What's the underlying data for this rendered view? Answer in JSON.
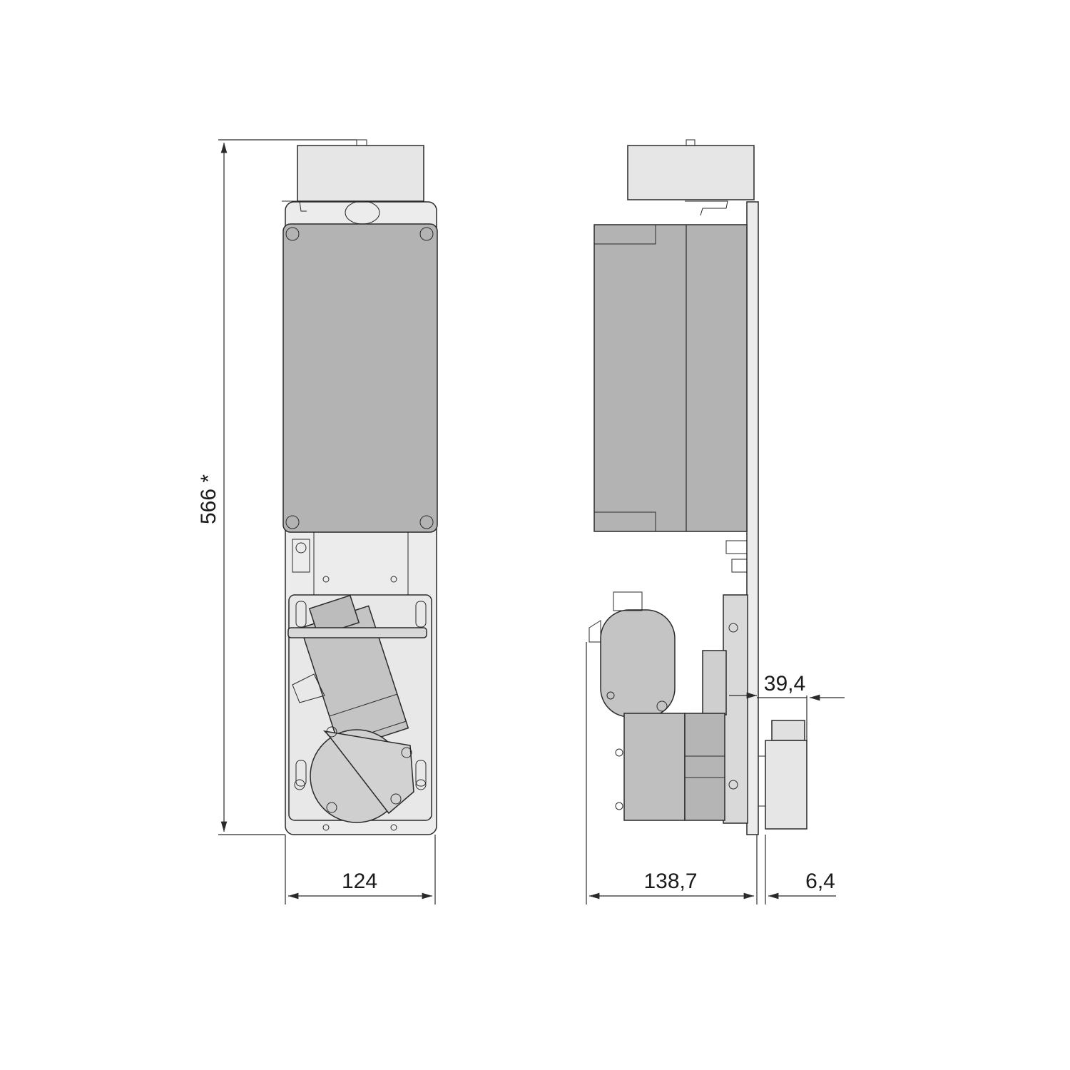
{
  "dimensions": {
    "height": "566 *",
    "front_width": "124",
    "side_depth": "138,7",
    "offset": "39,4",
    "plate_thickness": "6,4"
  },
  "colors": {
    "housing": "#b3b3b3",
    "top_box": "#e6e6e6",
    "plate": "#ececec",
    "motor": "#c4c4c4",
    "line": "#2a2a2a"
  }
}
